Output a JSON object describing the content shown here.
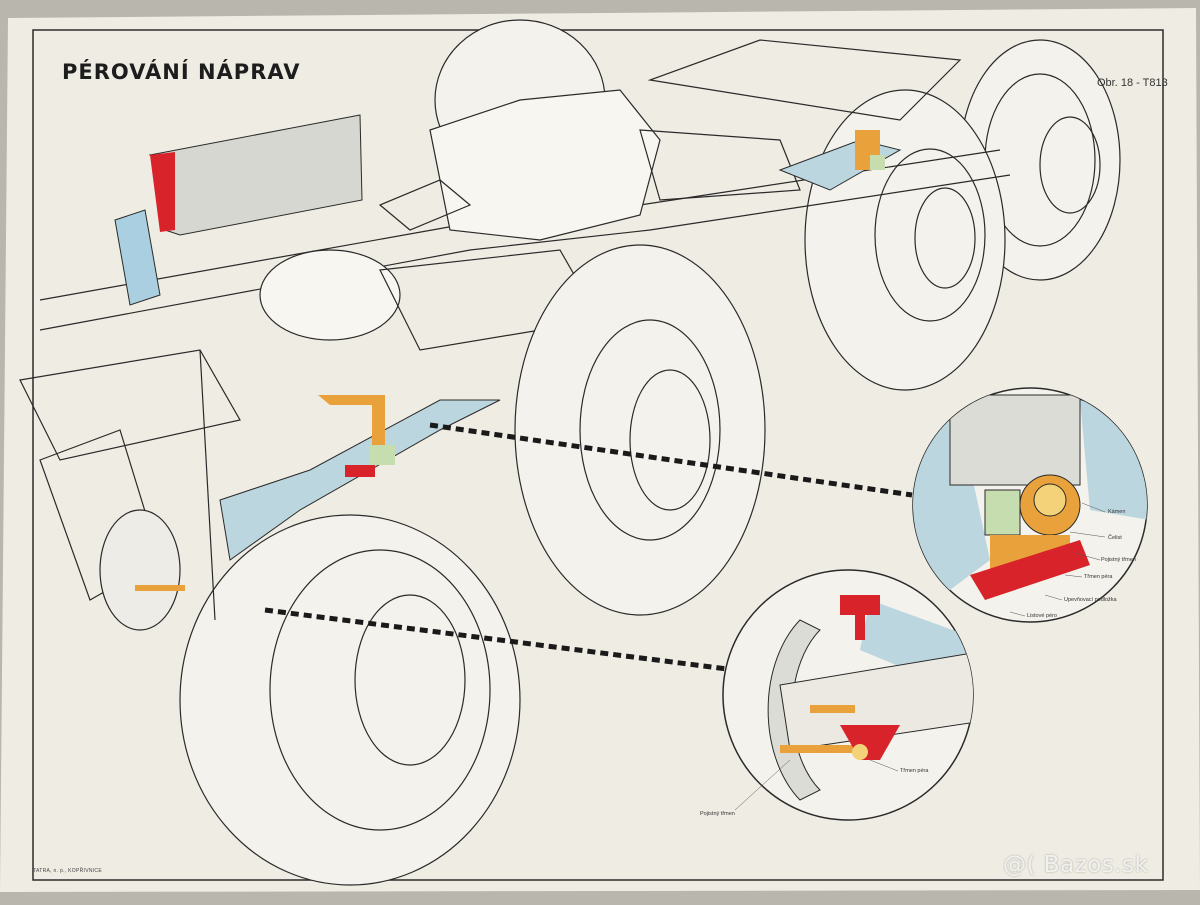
{
  "poster": {
    "title": "PÉROVÁNÍ NÁPRAV",
    "ref_code": "Obr. 18 - T813",
    "footer_credit": "TATRA, n. p., KOPŘIVNICE",
    "footer_imprint": ""
  },
  "detail_top": {
    "labels": [
      "Kámen",
      "Čelist",
      "Pojistný třmen",
      "Třmen péra",
      "Upevňovací podložka",
      "Listové péro"
    ]
  },
  "detail_bottom": {
    "labels": [
      "Třmen péra",
      "Pojistný třmen"
    ]
  },
  "watermark": "@( Bazos.sk",
  "colors": {
    "paper": "#efece3",
    "line": "#2a2a2a",
    "spring_blue": "#bcd6df",
    "shock_blue": "#a9cfe0",
    "clamp_red": "#d8232a",
    "stone_yellow": "#f3d27a",
    "pad_green": "#c6ddb0",
    "orange": "#e9a23b"
  }
}
